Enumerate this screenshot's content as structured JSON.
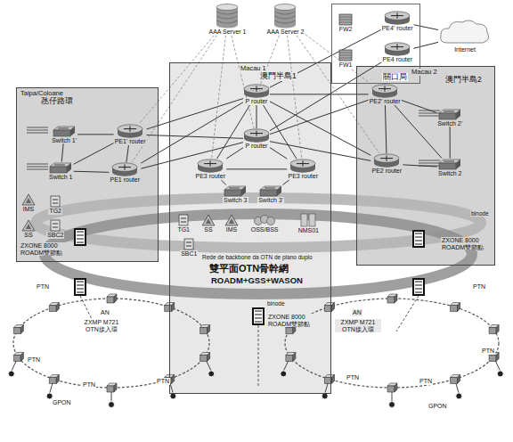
{
  "diagram": {
    "nodes": [
      {
        "text": [
          "AAA Server 1"
        ]
      },
      {
        "text": [
          "AAA Server 2"
        ]
      },
      {
        "text": [
          "關口局"
        ]
      },
      {
        "text": [
          "FW2"
        ],
        "in": 2
      },
      {
        "text": [
          "PE4' router"
        ],
        "in": 2
      },
      {
        "text": [
          "FW1"
        ],
        "in": 2
      },
      {
        "text": [
          "PE4 router"
        ],
        "in": 2
      },
      {
        "text": [
          "Internet"
        ]
      },
      {
        "text": [
          "Taipa/Coloane",
          "氹仔路環"
        ]
      },
      {
        "text": [
          "Switch 1'"
        ],
        "in": 8
      },
      {
        "text": [
          "PE1' router"
        ],
        "in": 8
      },
      {
        "text": [
          "Switch 1"
        ],
        "in": 8
      },
      {
        "text": [
          "PE1 router"
        ],
        "in": 8
      },
      {
        "text": [
          "IMS"
        ],
        "in": 8
      },
      {
        "text": [
          "TG2"
        ],
        "in": 8
      },
      {
        "text": [
          "SS"
        ],
        "in": 8
      },
      {
        "text": [
          "SBC2"
        ],
        "in": 8
      },
      {
        "text": [
          "ZXONE 8000 ROADM雙節點"
        ],
        "in": 8
      },
      {
        "text": [
          "Macau 1",
          "澳門半島1"
        ]
      },
      {
        "text": [
          "P router"
        ],
        "in": 18
      },
      {
        "text": [
          "P router"
        ],
        "in": 18
      },
      {
        "text": [
          "PE3 router"
        ],
        "in": 18
      },
      {
        "text": [
          "PE3 router"
        ],
        "in": 18
      },
      {
        "text": [
          "Switch 3"
        ],
        "in": 18
      },
      {
        "text": [
          "Switch 3'"
        ],
        "in": 18
      },
      {
        "text": [
          "TG1"
        ],
        "in": 18
      },
      {
        "text": [
          "SS"
        ],
        "in": 18
      },
      {
        "text": [
          "IMS"
        ],
        "in": 18
      },
      {
        "text": [
          "OSS/BSS"
        ],
        "in": 18
      },
      {
        "text": [
          "NMS01"
        ],
        "in": 18
      },
      {
        "text": [
          "SBC1"
        ],
        "in": 18
      },
      {
        "text": [
          "ZXONE 8000 ROADM雙節點"
        ],
        "in": 18
      },
      {
        "text": [
          "Macau 2",
          "澳門半島2"
        ]
      },
      {
        "text": [
          "PE2' router"
        ],
        "in": 32
      },
      {
        "text": [
          "Switch 2'"
        ],
        "in": 32
      },
      {
        "text": [
          "PE2 router"
        ],
        "in": 32
      },
      {
        "text": [
          "Switch 2"
        ],
        "in": 32
      },
      {
        "text": [
          "ZXONE 8000 ROADM雙節點"
        ],
        "in": 32
      }
    ],
    "edges": [
      {
        "from": 19,
        "to": 20,
        "arrow": "none"
      },
      {
        "from": 19,
        "to": 10,
        "arrow": "none"
      },
      {
        "from": 19,
        "to": 12,
        "arrow": "none"
      },
      {
        "from": 20,
        "to": 10,
        "arrow": "none"
      },
      {
        "from": 20,
        "to": 12,
        "arrow": "none"
      },
      {
        "from": 19,
        "to": 33,
        "arrow": "none"
      },
      {
        "from": 19,
        "to": 35,
        "arrow": "none"
      },
      {
        "from": 20,
        "to": 33,
        "arrow": "none"
      },
      {
        "from": 20,
        "to": 35,
        "arrow": "none"
      },
      {
        "from": 19,
        "to": 21,
        "arrow": "none"
      },
      {
        "from": 19,
        "to": 22,
        "arrow": "none"
      },
      {
        "from": 20,
        "to": 21,
        "arrow": "none"
      },
      {
        "from": 20,
        "to": 22,
        "arrow": "none"
      },
      {
        "from": 21,
        "to": 22,
        "arrow": "none"
      },
      {
        "from": 21,
        "to": 23,
        "arrow": "none"
      },
      {
        "from": 22,
        "to": 24,
        "arrow": "none"
      },
      {
        "from": 10,
        "to": 12,
        "arrow": "none"
      },
      {
        "from": 10,
        "to": 9,
        "arrow": "none"
      },
      {
        "from": 12,
        "to": 11,
        "arrow": "none"
      },
      {
        "from": 9,
        "to": 11,
        "arrow": "none"
      },
      {
        "from": 10,
        "to": 11,
        "arrow": "none"
      },
      {
        "from": 33,
        "to": 35,
        "arrow": "none"
      },
      {
        "from": 33,
        "to": 34,
        "arrow": "none"
      },
      {
        "from": 35,
        "to": 36,
        "arrow": "none"
      },
      {
        "from": 34,
        "to": 36,
        "arrow": "none"
      },
      {
        "from": 33,
        "to": 36,
        "arrow": "none"
      },
      {
        "from": 4,
        "to": 7,
        "arrow": "none"
      },
      {
        "from": 6,
        "to": 7,
        "arrow": "none"
      },
      {
        "from": 19,
        "to": 4,
        "arrow": "none"
      },
      {
        "from": 20,
        "to": 6,
        "arrow": "none"
      },
      {
        "from": 0,
        "to": 10,
        "arrow": "none"
      },
      {
        "from": 0,
        "to": 12,
        "arrow": "none"
      },
      {
        "from": 0,
        "to": 21,
        "arrow": "none"
      },
      {
        "from": 0,
        "to": 20,
        "arrow": "none"
      },
      {
        "from": 1,
        "to": 33,
        "arrow": "none"
      },
      {
        "from": 1,
        "to": 35,
        "arrow": "none"
      },
      {
        "from": 1,
        "to": 22,
        "arrow": "none"
      },
      {
        "from": 1,
        "to": 19,
        "arrow": "none"
      }
    ],
    "labels": [
      "Rede de backbone da OTN de plano duplo",
      "雙平面OTN骨幹網",
      "ROADM+GSS+WASON",
      "binode",
      "binode",
      "AN",
      "AN",
      "ZXMP M721 OTN接入環",
      "ZXMP M721 OTN接入環",
      "PTN",
      "PTN",
      "PTN",
      "PTN",
      "PTN",
      "PTN",
      "PTN",
      "PTN",
      "GPON",
      "GPON"
    ]
  }
}
